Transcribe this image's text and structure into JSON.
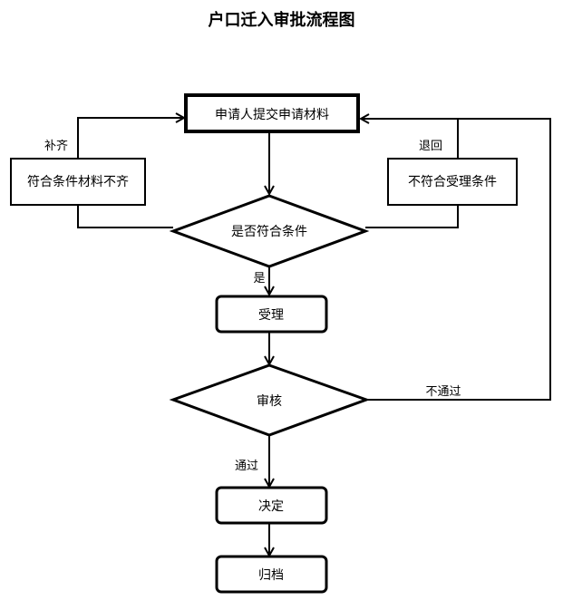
{
  "title": "户口迁入审批流程图",
  "nodes": {
    "submit": "申请人提交申请材料",
    "incomplete": "符合条件材料不齐",
    "not_eligible": "不符合受理条件",
    "eligible_check": "是否符合条件",
    "accept": "受理",
    "review": "审核",
    "decide": "决定",
    "archive": "归档"
  },
  "edges": {
    "supplement": "补齐",
    "return": "退回",
    "yes": "是",
    "fail": "不通过",
    "pass": "通过"
  },
  "colors": {
    "stroke": "#000000",
    "background": "#ffffff"
  }
}
